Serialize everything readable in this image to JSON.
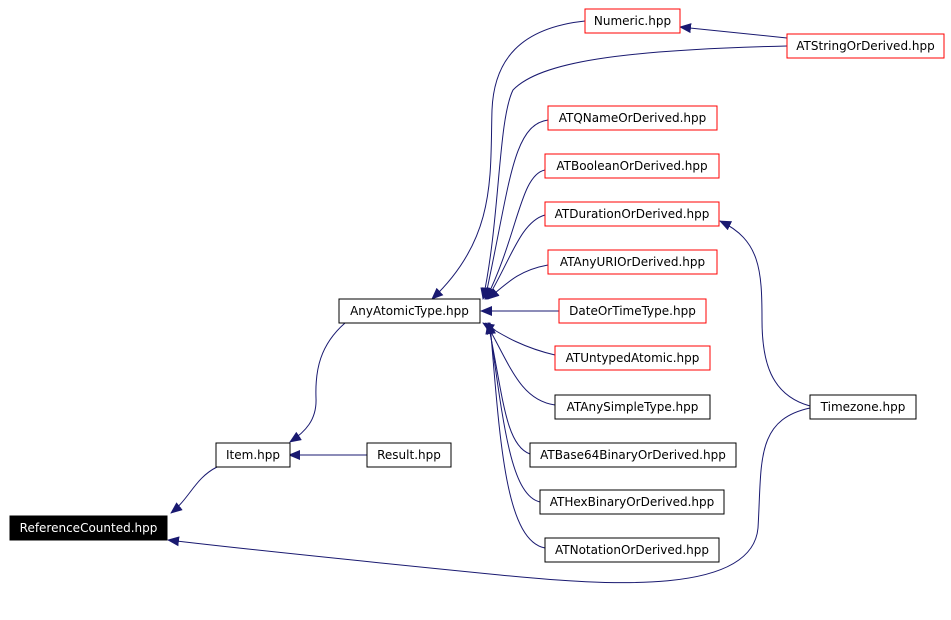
{
  "colors": {
    "edge": "#191970",
    "node_border": "#000000",
    "node_link_border": "#ff0000",
    "node_fill": "#ffffff",
    "root_fill": "#000000",
    "root_text": "#ffffff",
    "text": "#000000"
  },
  "nodes": {
    "reference_counted": "ReferenceCounted.hpp",
    "item": "Item.hpp",
    "result": "Result.hpp",
    "any_atomic_type": "AnyAtomicType.hpp",
    "numeric": "Numeric.hpp",
    "at_string_or_derived": "ATStringOrDerived.hpp",
    "at_qname_or_derived": "ATQNameOrDerived.hpp",
    "at_boolean_or_derived": "ATBooleanOrDerived.hpp",
    "at_duration_or_derived": "ATDurationOrDerived.hpp",
    "at_any_uri_or_derived": "ATAnyURIOrDerived.hpp",
    "date_or_time_type": "DateOrTimeType.hpp",
    "at_untyped_atomic": "ATUntypedAtomic.hpp",
    "at_any_simple_type": "ATAnySimpleType.hpp",
    "at_base64_binary_or_derived": "ATBase64BinaryOrDerived.hpp",
    "at_hex_binary_or_derived": "ATHexBinaryOrDerived.hpp",
    "at_notation_or_derived": "ATNotationOrDerived.hpp",
    "timezone": "Timezone.hpp"
  }
}
